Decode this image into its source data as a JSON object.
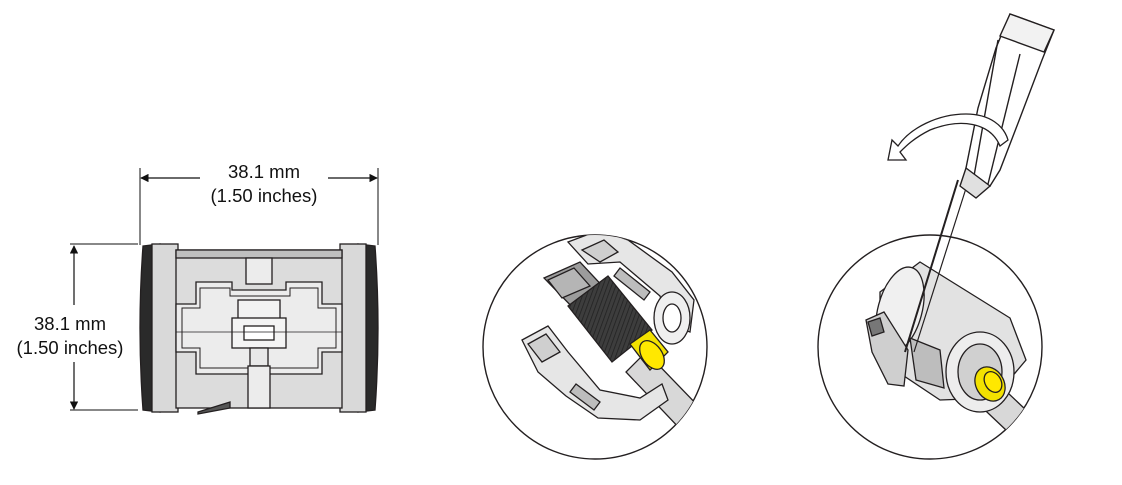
{
  "dimensions": {
    "width_mm": "38.1 mm",
    "width_in": "(1.50 inches)",
    "height_mm": "38.1 mm",
    "height_in": "(1.50 inches)"
  },
  "colors": {
    "line": "#231f20",
    "body_gray": "#d9d9d9",
    "light_gray": "#ececec",
    "dark_gray": "#8c8c8c",
    "knurl": "#4a4a4a",
    "yellow": "#f2e100",
    "cable": "#d8d8d8"
  },
  "icons": [
    "ferrite-core-front-view",
    "ferrite-core-open-detail",
    "screwdriver-icon",
    "curved-arrow-icon"
  ]
}
